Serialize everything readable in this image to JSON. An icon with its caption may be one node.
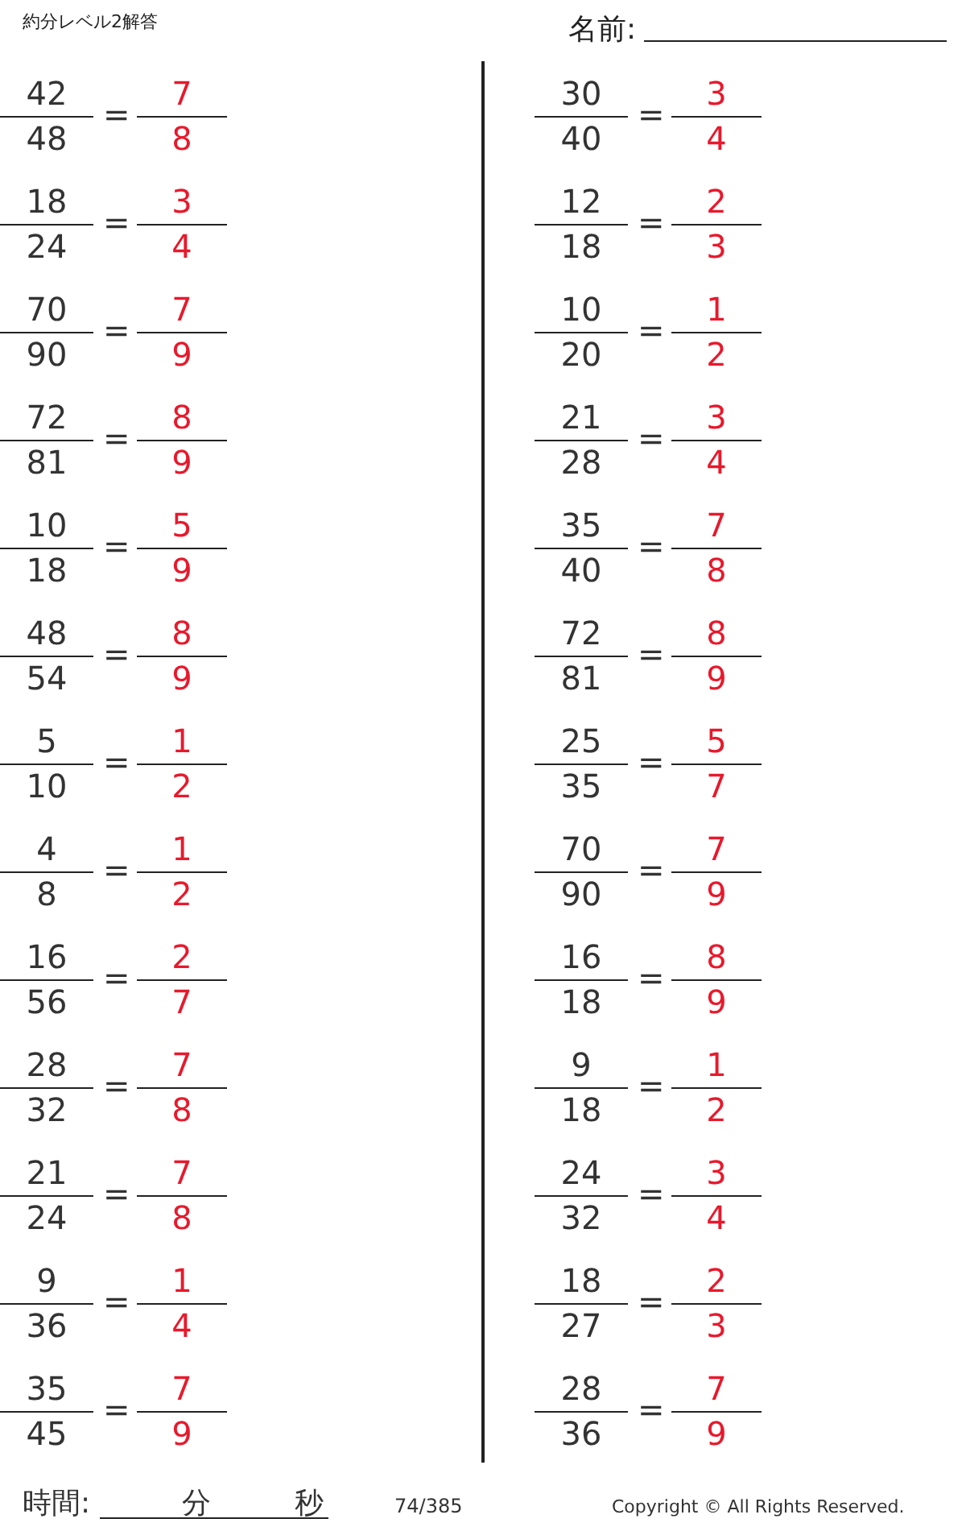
{
  "diagram": {
    "title": "約分レベル2解答",
    "labels": [
      "名前:",
      "42",
      "48",
      "=",
      "7",
      "8",
      "18",
      "24",
      "=",
      "3",
      "4",
      "70",
      "90",
      "=",
      "7",
      "9",
      "72",
      "81",
      "=",
      "8",
      "9",
      "10",
      "18",
      "=",
      "5",
      "9",
      "48",
      "54",
      "=",
      "8",
      "9",
      "5",
      "10",
      "=",
      "1",
      "2",
      "4",
      "8",
      "=",
      "1",
      "2",
      "16",
      "56",
      "=",
      "2",
      "7",
      "28",
      "32",
      "=",
      "7",
      "8",
      "21",
      "24",
      "=",
      "7",
      "8",
      "9",
      "36",
      "=",
      "1",
      "4",
      "35",
      "45",
      "=",
      "7",
      "9",
      "30",
      "40",
      "=",
      "3",
      "4",
      "12",
      "18",
      "=",
      "2",
      "3",
      "10",
      "20",
      "=",
      "1",
      "2",
      "21",
      "28",
      "=",
      "3",
      "4",
      "35",
      "40",
      "=",
      "7",
      "8",
      "72",
      "81",
      "=",
      "8",
      "9",
      "25",
      "35",
      "=",
      "5",
      "7",
      "70",
      "90",
      "=",
      "7",
      "9",
      "16",
      "18",
      "=",
      "8",
      "9",
      "9",
      "18",
      "=",
      "1",
      "2",
      "24",
      "32",
      "=",
      "3",
      "4",
      "18",
      "27",
      "=",
      "2",
      "3",
      "28",
      "36",
      "=",
      "7",
      "9",
      "時間:",
      "分",
      "秒",
      "74/385",
      "Copyright © All Rights Reserved."
    ]
  }
}
